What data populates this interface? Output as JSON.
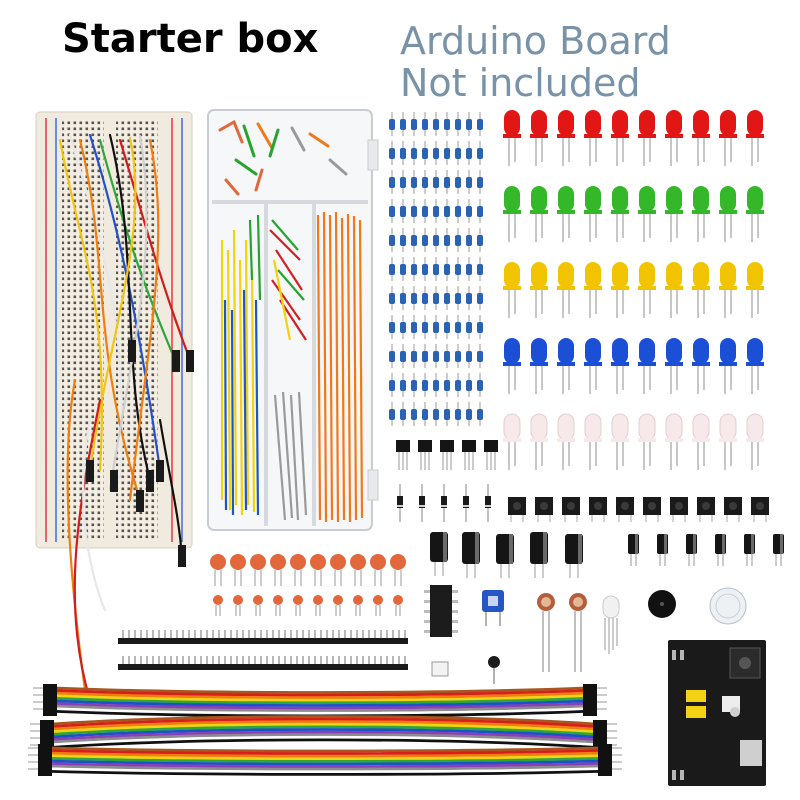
{
  "heading": {
    "title": "Starter box",
    "note_line1": "Arduino Board",
    "note_line2": "Not included"
  },
  "colors": {
    "led_rows": [
      "#e31616",
      "#34b82a",
      "#f2c400",
      "#1b4fd6",
      "#f7e9ea"
    ],
    "ribbon": [
      "#a8561e",
      "#d81d1d",
      "#f07d10",
      "#f3d313",
      "#2fa53a",
      "#1c52c9",
      "#8a3fb8",
      "#8c8c8c",
      "#ffffff",
      "#111111"
    ],
    "capacitor": "#e2683c",
    "resistor_body": "#2b63b4",
    "wire_box": [
      "#f07a1a",
      "#f5d20e",
      "#1f56c6",
      "#27a32f",
      "#d42020",
      "#9a9a9a"
    ]
  },
  "icons": {
    "breadboard": "breadboard-icon",
    "jumper_wires": "jumper-wire-bundle-icon",
    "wire_kit_box": "wire-kit-box-icon",
    "resistors": "resistor-icon",
    "leds": "led-icon",
    "transistors": "transistor-icon",
    "diodes": "diode-icon",
    "push_buttons": "push-button-icon",
    "electrolytic_capacitors": "electrolytic-capacitor-icon",
    "ceramic_capacitors": "ceramic-capacitor-icon",
    "pin_headers": "pin-header-icon",
    "ic_chip": "ic-chip-icon",
    "potentiometer": "potentiometer-icon",
    "photoresistors": "photoresistor-icon",
    "rgb_led": "rgb-led-icon",
    "buzzer": "buzzer-icon",
    "power_module": "breadboard-power-module-icon",
    "ribbon_cables": "dupont-ribbon-cable-icon"
  }
}
